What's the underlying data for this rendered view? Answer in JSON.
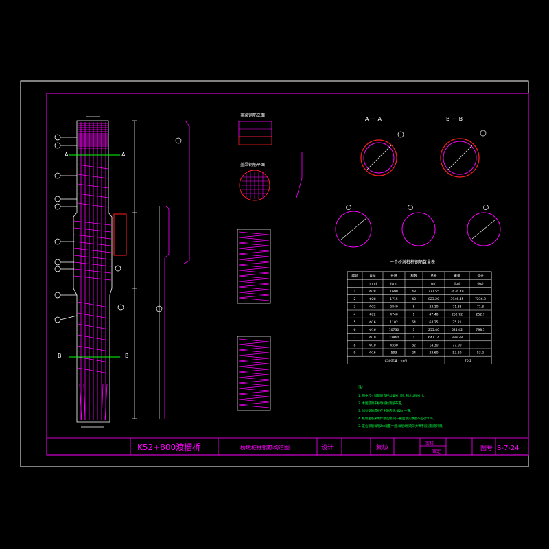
{
  "drawing": {
    "bridge_name": "K52+800渡槽桥",
    "drawing_title": "桥墩桩柱钢筋构造图",
    "design_label": "设计",
    "review_label": "复核",
    "check_label_1": "审核",
    "check_label_2": "审定",
    "sheet_label": "图号",
    "sheet_number": "S-7-24"
  },
  "sections": {
    "aa": "A － A",
    "bb": "B － B",
    "mark_a": "A",
    "mark_b": "B"
  },
  "details": {
    "cap_elev": "盖梁钢筋立面",
    "cap_plan": "盖梁钢筋平面"
  },
  "table": {
    "title": "一个桥墩桩柱钢筋数量表",
    "headers": [
      "编号",
      "直径",
      "长度",
      "根数",
      "总长",
      "重量",
      "合计"
    ],
    "units": [
      "",
      "(mm)",
      "(cm)",
      "",
      "(m)",
      "(kg)",
      "(kg)"
    ],
    "rows": [
      [
        "1",
        "Φ28",
        "1690",
        "48",
        "777.55",
        "3676.49",
        ""
      ],
      [
        "2",
        "Φ28",
        "1715",
        "48",
        "823.20",
        "3946.45",
        "7236.9"
      ],
      [
        "3",
        "Φ22",
        "2840",
        "8",
        "23.10",
        "71.83",
        "71.8"
      ],
      [
        "4",
        "Φ22",
        "4740",
        "1",
        "47.40",
        "252.72",
        "252.7"
      ],
      [
        "5",
        "Φ16",
        "1102",
        "64",
        "64.25",
        "25.21",
        ""
      ],
      [
        "6",
        "Φ16",
        "10730",
        "1",
        "255.40",
        "524.42",
        "798.1"
      ],
      [
        "7",
        "Φ10",
        "22860",
        "1",
        "647.14",
        "399.28",
        ""
      ],
      [
        "8",
        "Φ10",
        "4550",
        "32",
        "14.30",
        "77.00",
        ""
      ],
      [
        "9",
        "Φ16",
        "593",
        "24",
        "33.60",
        "53.20",
        "53.2"
      ]
    ],
    "footer_label": "C30混凝土(m³)",
    "footer_value": "70.2"
  },
  "notes": {
    "heading": "注:",
    "items": [
      "1. 图中尺寸除钢筋直径以毫米计外,余均以厘米计。",
      "2. 本图适用于桥墩桩柱钢筋布置。",
      "3. 加劲钢筋焊接在主筋内侧,每2m一道。",
      "4. 桩柱主筋采用焊接连接,同一截面接头数量不超过50%。",
      "5. 定位钢筋每隔2m设置一组,每组4根均匀分布于加劲箍筋外侧。"
    ]
  },
  "colors": {
    "line": "#ff00ff",
    "frame": "#ffffff",
    "text": "#ffffff",
    "dim": "#ffffff",
    "accent": "#00ff00",
    "red": "#ff2020",
    "note": "#00ff40",
    "title": "#ff00ff"
  }
}
